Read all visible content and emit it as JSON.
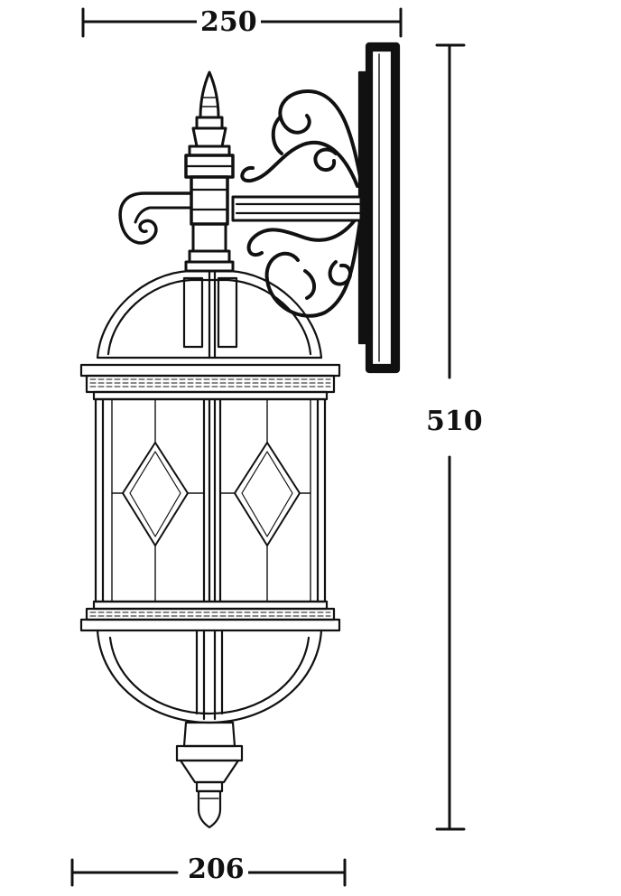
{
  "dimensions": {
    "top_width": "250",
    "height": "510",
    "bottom_width": "206"
  },
  "colors": {
    "line": "#111111",
    "background": "#ffffff"
  }
}
